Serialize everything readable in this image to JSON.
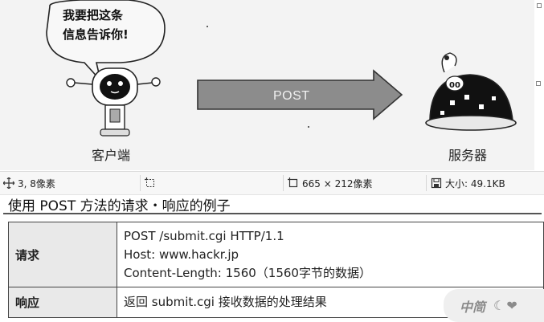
{
  "illustration": {
    "speech_line1": "我要把这条",
    "speech_line2": "信息告诉你!",
    "client_label": "客户端",
    "server_label": "服务器",
    "arrow_label": "POST"
  },
  "statusbar": {
    "cursor_pos": "3, 8像素",
    "dimensions": "665 × 212像素",
    "file_size": "大小: 49.1KB",
    "icons": [
      "move-cursor-icon",
      "selection-icon",
      "image-size-icon",
      "save-disk-icon"
    ]
  },
  "document": {
    "title": "使用 POST 方法的请求・响应的例子",
    "rows": [
      {
        "head": "请求",
        "lines": [
          "POST /submit.cgi HTTP/1.1",
          "Host: www.hackr.jp",
          "Content-Length: 1560（1560字节的数据）"
        ]
      },
      {
        "head": "响应",
        "lines": [
          "返回 submit.cgi 接收数据的处理结果"
        ]
      }
    ]
  },
  "watermark": {
    "text": "中简"
  },
  "colors": {
    "arrow_fill": "#8c8c8c",
    "table_header_bg": "#e9e9e9",
    "statusbar_bg": "#f7f7f7"
  }
}
